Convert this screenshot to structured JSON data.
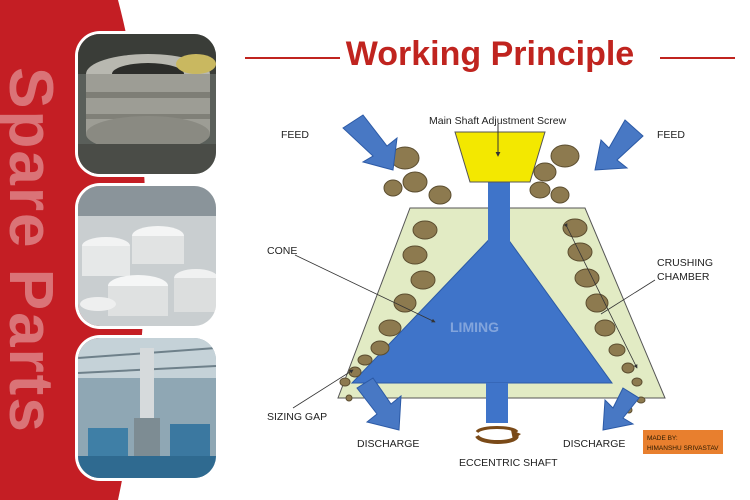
{
  "sidebar": {
    "vertical_text": "Spare Parts",
    "band_color": "#c41e24"
  },
  "photos": [
    {
      "name": "machined-ring-parts-photo"
    },
    {
      "name": "cast-housing-parts-photo"
    },
    {
      "name": "industrial-shaft-workshop-photo"
    }
  ],
  "header": {
    "title": "Working Principle",
    "title_color": "#c0241f"
  },
  "diagram": {
    "labels": {
      "main_shaft": "Main Shaft Adjustment Screw",
      "feed_left": "FEED",
      "feed_right": "FEED",
      "cone": "CONE",
      "crushing_chamber_1": "CRUSHING",
      "crushing_chamber_2": "CHAMBER",
      "sizing_gap": "SIZING GAP",
      "discharge_left": "DISCHARGE",
      "discharge_right": "DISCHARGE",
      "eccentric_shaft": "ECCENTRIC SHAFT",
      "watermark": "LIMING"
    },
    "badge": {
      "line1": "MADE BY:",
      "line2": "HIMANSHU  SRIVASTAV"
    },
    "colors": {
      "cone": "#3f74c9",
      "chamber": "#e2ebc4",
      "screw": "#f3e800",
      "rock": "#8d7a4f",
      "arrow": "#4878c4",
      "badge": "#e87f2e"
    }
  }
}
